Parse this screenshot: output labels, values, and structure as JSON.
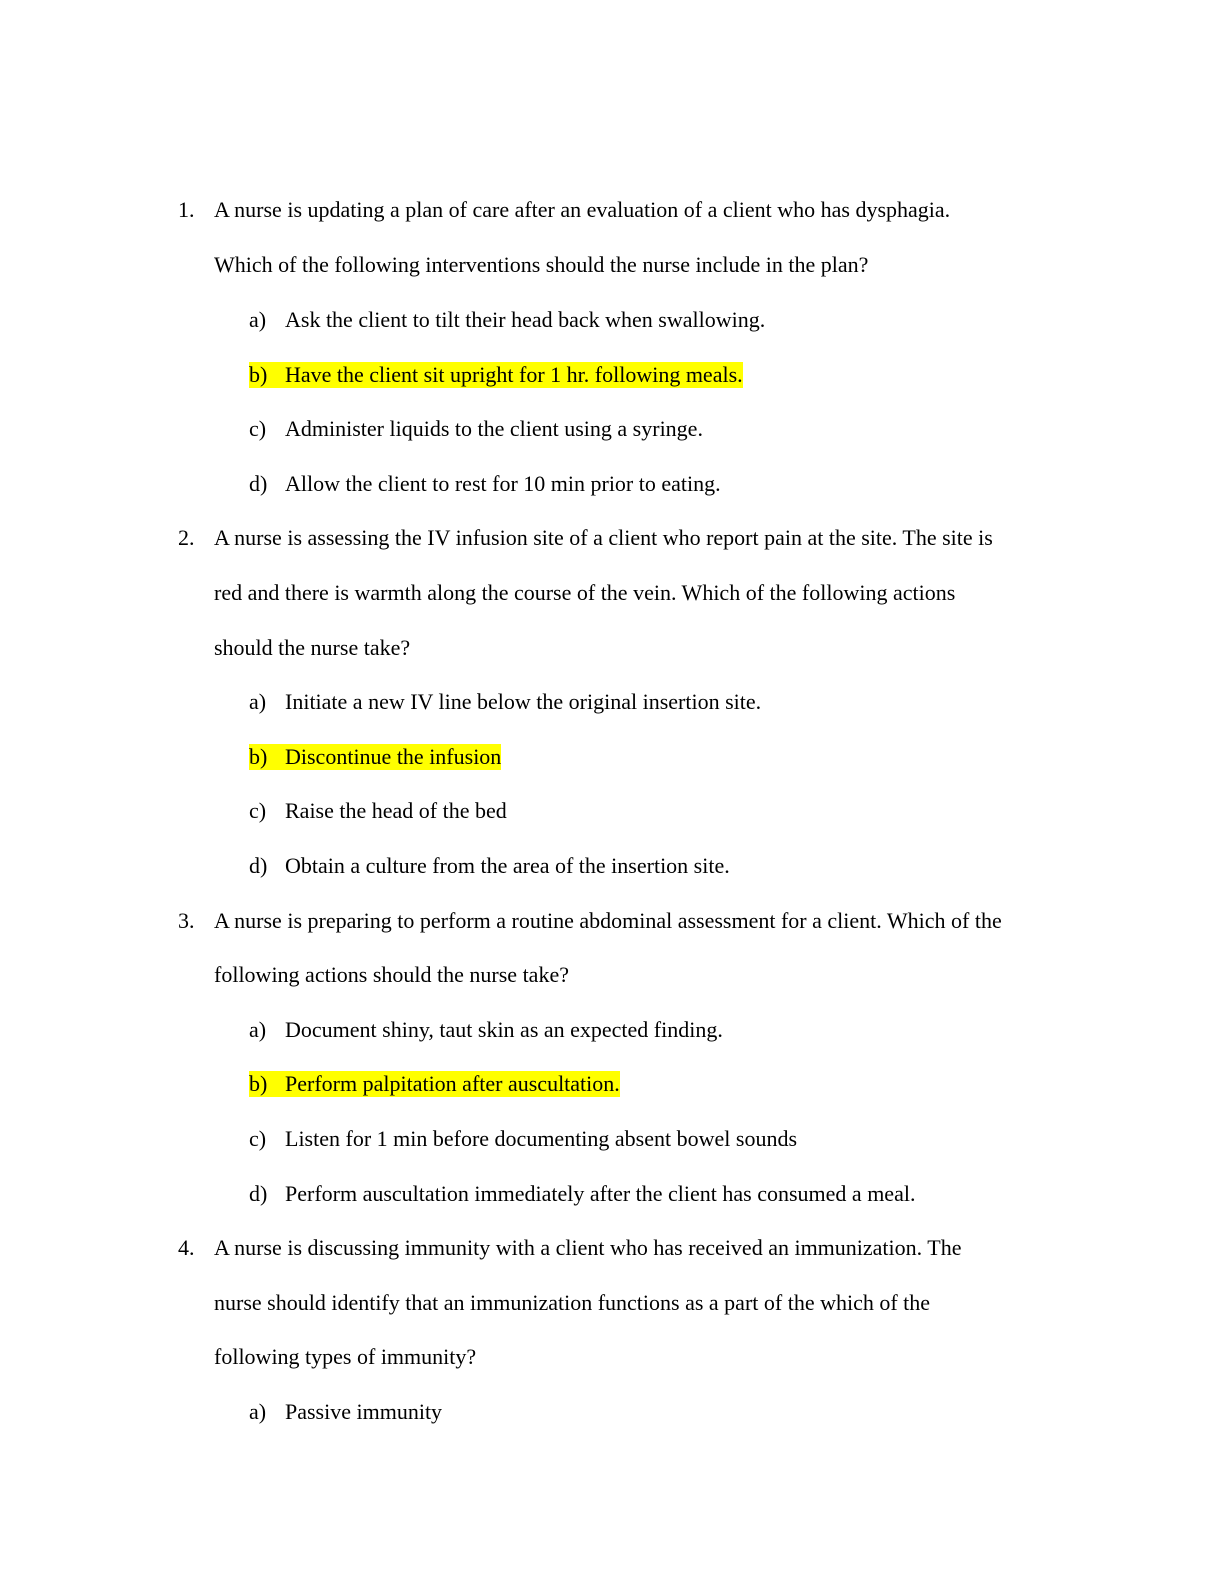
{
  "highlight_color": "#ffff00",
  "questions": [
    {
      "number": "1.",
      "lines": [
        "A nurse is updating a plan of care after an evaluation of a client who has dysphagia.",
        "Which of the following interventions should the nurse include in the plan?"
      ],
      "options": [
        {
          "letter": "a)",
          "text": "Ask the client to tilt their head back when swallowing.",
          "highlighted": false
        },
        {
          "letter": "b)",
          "text": "Have the client sit upright for 1 hr. following meals.",
          "highlighted": true
        },
        {
          "letter": "c)",
          "text": "Administer liquids to the client using a syringe.",
          "highlighted": false
        },
        {
          "letter": "d)",
          "text": "Allow the client to rest for 10 min prior to eating.",
          "highlighted": false
        }
      ]
    },
    {
      "number": "2.",
      "lines": [
        "A nurse is assessing the IV infusion site of a client who report pain at the site. The site is",
        "red and there is warmth along the course of the vein. Which of the following actions",
        "should the nurse take?"
      ],
      "options": [
        {
          "letter": "a)",
          "text": "Initiate a new IV line below the original insertion site.",
          "highlighted": false
        },
        {
          "letter": "b)",
          "text": "Discontinue the infusion",
          "highlighted": true
        },
        {
          "letter": "c)",
          "text": "Raise the head of the bed",
          "highlighted": false
        },
        {
          "letter": "d)",
          "text": "Obtain a culture from the area of the insertion site.",
          "highlighted": false
        }
      ]
    },
    {
      "number": "3.",
      "lines": [
        "A nurse is preparing to perform a routine abdominal assessment for a client. Which of the",
        "following actions should the nurse take?"
      ],
      "options": [
        {
          "letter": "a)",
          "text": "Document shiny, taut skin as an expected finding.",
          "highlighted": false
        },
        {
          "letter": "b)",
          "text": "Perform palpitation after auscultation.",
          "highlighted": true
        },
        {
          "letter": "c)",
          "text": "Listen for 1 min before documenting absent bowel sounds",
          "highlighted": false
        },
        {
          "letter": "d)",
          "text": "Perform auscultation immediately after the client has consumed a meal.",
          "highlighted": false
        }
      ]
    },
    {
      "number": "4.",
      "lines": [
        "A nurse is discussing immunity with a client who has received an immunization. The",
        "nurse should identify that an immunization functions as a part of the which of the",
        "following types of immunity?"
      ],
      "options": [
        {
          "letter": "a)",
          "text": "Passive immunity",
          "highlighted": false
        }
      ]
    }
  ]
}
